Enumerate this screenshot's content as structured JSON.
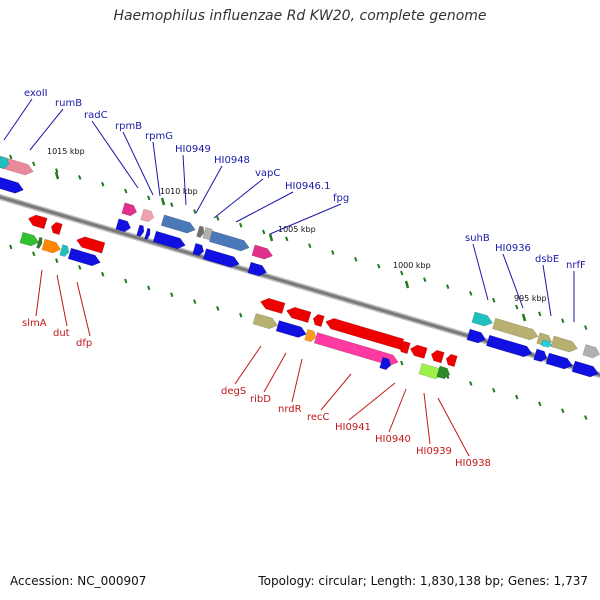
{
  "title": "Haemophilus influenzae Rd KW20, complete genome",
  "accession": "Accession: NC_000907",
  "stats": "Topology: circular; Length: 1,830,138 bp; Genes: 1,737",
  "colors": {
    "backbone": "#7a7a7a",
    "tick": "#1e7a1e",
    "forward_label": "#1a1aa8",
    "reverse_label": "#c01818"
  },
  "scale_labels": [
    "1015 kbp",
    "1010 kbp",
    "1005 kbp",
    "1000 kbp",
    "995 kbp"
  ],
  "forward_labels": [
    "exoII",
    "rumB",
    "radC",
    "rpmB",
    "rpmG",
    "HI0949",
    "HI0948",
    "vapC",
    "HI0946.1",
    "fpg",
    "suhB",
    "HI0936",
    "dsbE",
    "nrfF"
  ],
  "reverse_labels": [
    "slmA",
    "dut",
    "dfp",
    "degS",
    "ribD",
    "nrdR",
    "recC",
    "HI0941",
    "HI0940",
    "HI0939",
    "HI0938"
  ]
}
